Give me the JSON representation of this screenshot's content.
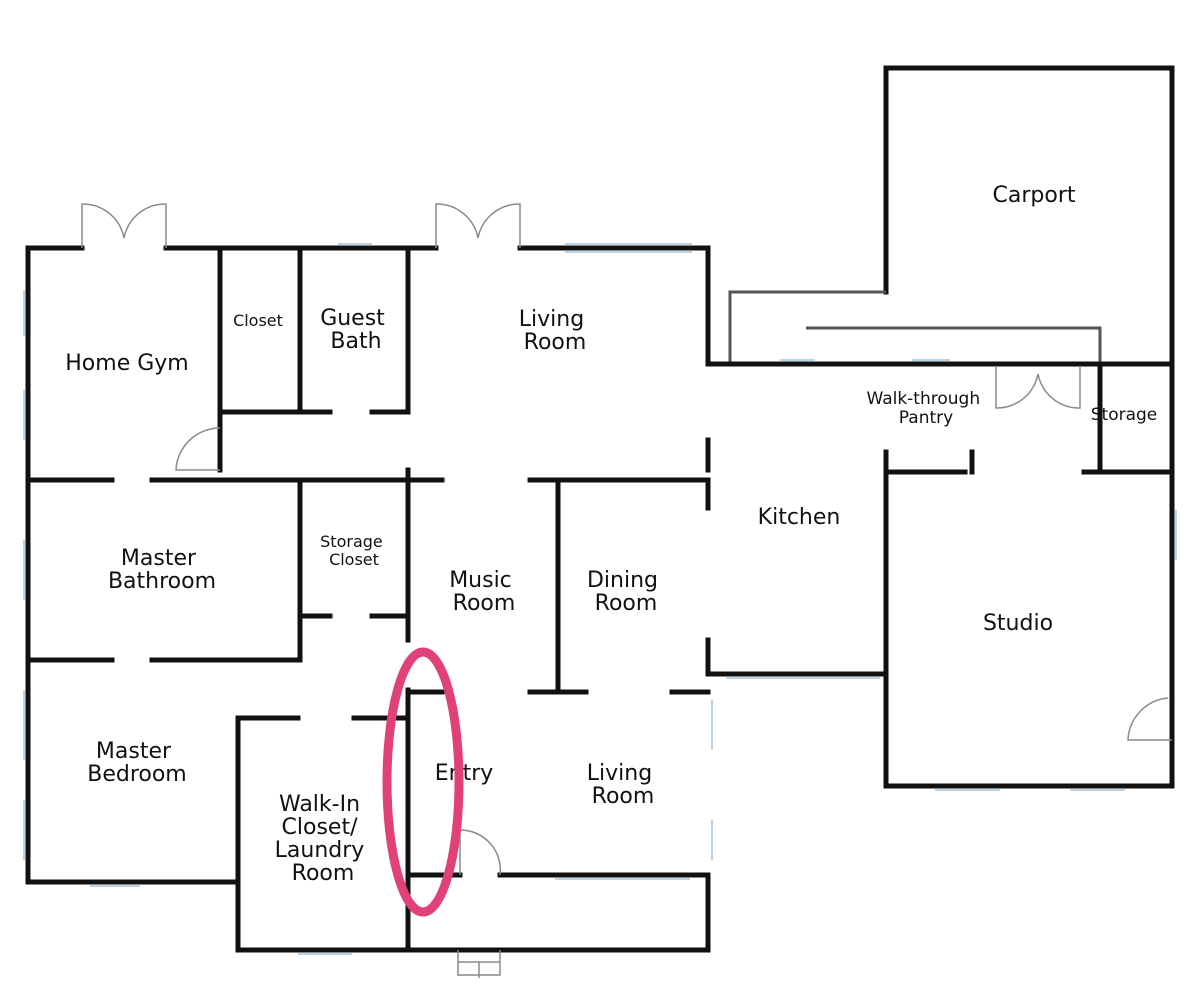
{
  "rooms": {
    "carport": "Carport",
    "home_gym": "Home Gym",
    "closet": "Closet",
    "guest_bath": [
      "Guest",
      "Bath"
    ],
    "living_room_top": [
      "Living",
      "Room"
    ],
    "walk_through_pantry": [
      "Walk-through",
      "Pantry"
    ],
    "storage": "Storage",
    "master_bathroom": [
      "Master",
      "Bathroom"
    ],
    "storage_closet": [
      "Storage",
      "Closet"
    ],
    "music_room": [
      "Music",
      "Room"
    ],
    "dining_room": [
      "Dining",
      "Room"
    ],
    "kitchen": "Kitchen",
    "studio": "Studio",
    "master_bedroom": [
      "Master",
      "Bedroom"
    ],
    "walk_in_closet": [
      "Walk-In",
      "Closet/",
      "Laundry",
      "Room"
    ],
    "entry": "Entry",
    "living_room_bottom": [
      "Living",
      "Room"
    ]
  },
  "colors": {
    "wall": "#111111",
    "window": "#bcd3e6",
    "highlight": "#e0417a"
  }
}
